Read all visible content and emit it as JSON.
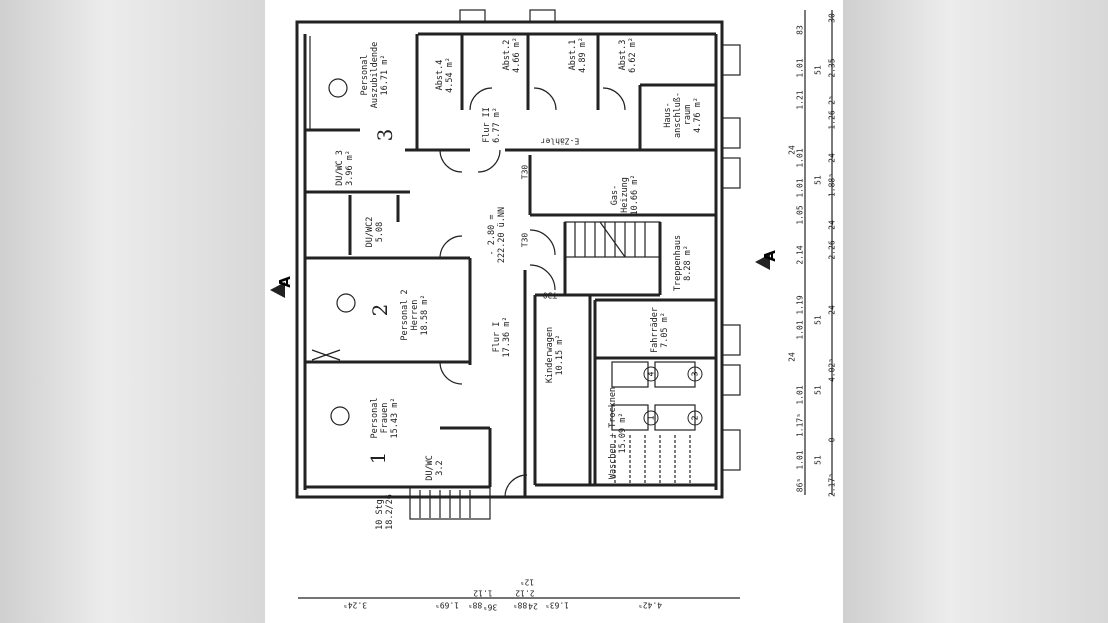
{
  "rooms": {
    "azubi": {
      "name": "Personal",
      "sub": "Auszubildende",
      "area": "16.71 m²"
    },
    "abst4": {
      "name": "Abst.4",
      "area": "4.54 m²"
    },
    "abst2": {
      "name": "Abst.2",
      "area": "4.66 m²"
    },
    "abst1": {
      "name": "Abst.1",
      "area": "4.89 m²"
    },
    "abst3": {
      "name": "Abst.3",
      "area": "6.62 m²"
    },
    "haus": {
      "name": "Haus-",
      "sub": "anschluß-",
      "sub2": "raum",
      "area": "4.76 m²"
    },
    "flur2": {
      "name": "Flur II",
      "area": "6.77 m²"
    },
    "ezaehler": "E-Zähler",
    "gas": {
      "name": "Gas-",
      "sub": "Heizung",
      "area": "10.66 m²"
    },
    "duwc3": {
      "name": "DU/WC 3",
      "area": "3.96 m²"
    },
    "duwc2": {
      "name": "DU/WC2",
      "area": "5.08"
    },
    "level": {
      "line1": "- 2.80 =",
      "line2": "222.20 ü.NN"
    },
    "t30": "T30",
    "treppe": {
      "name": "Treppenhaus",
      "area": "8.28 m²"
    },
    "herren": {
      "name": "Personal 2",
      "sub": "Herren",
      "area": "18.58 m²"
    },
    "flur1": {
      "name": "Flur I",
      "area": "17.36 m²"
    },
    "kinder": {
      "name": "Kinderwagen",
      "area": "10.15 m²"
    },
    "fahrrad": {
      "name": "Fahrräder",
      "area": "7.05 m²"
    },
    "waschen": {
      "name": "Waschen + Trocknen",
      "area": "15.09 m²"
    },
    "frauen": {
      "name": "Personal",
      "sub": "Frauen",
      "area": "15.43 m²"
    },
    "duwc1": {
      "name": "DU/WC",
      "area": "3.2"
    },
    "stairs": {
      "line1": "10 Stg.",
      "line2": "18.2/26"
    },
    "handwritten": [
      "3",
      "2",
      "1"
    ],
    "machines": [
      "4",
      "3",
      "1",
      "2"
    ]
  },
  "section_marker": "A",
  "dims": {
    "right_outer": [
      "86⁵",
      "1.01",
      "1.17⁵",
      "1.01",
      "24",
      "1.01",
      "1.19",
      "2.14",
      "1.05",
      "1.01",
      "24",
      "1.01",
      "1.21",
      "1.01",
      "83"
    ],
    "right_outer_sub": [
      "51",
      "51",
      "51",
      "51",
      "51"
    ],
    "right_inner": [
      "2.17⁵",
      "0",
      "4.02⁵",
      "24",
      "2.26",
      "24",
      "1.88⁵",
      "24",
      "1.26",
      "2⁵",
      "2.35",
      "30"
    ],
    "bottom": [
      "3.24⁵",
      "1.69⁵",
      "88⁵",
      "1.12",
      "36⁵",
      "88⁵",
      "2.12",
      "24",
      "12⁵",
      "1.63⁵",
      "4.42⁵"
    ]
  }
}
